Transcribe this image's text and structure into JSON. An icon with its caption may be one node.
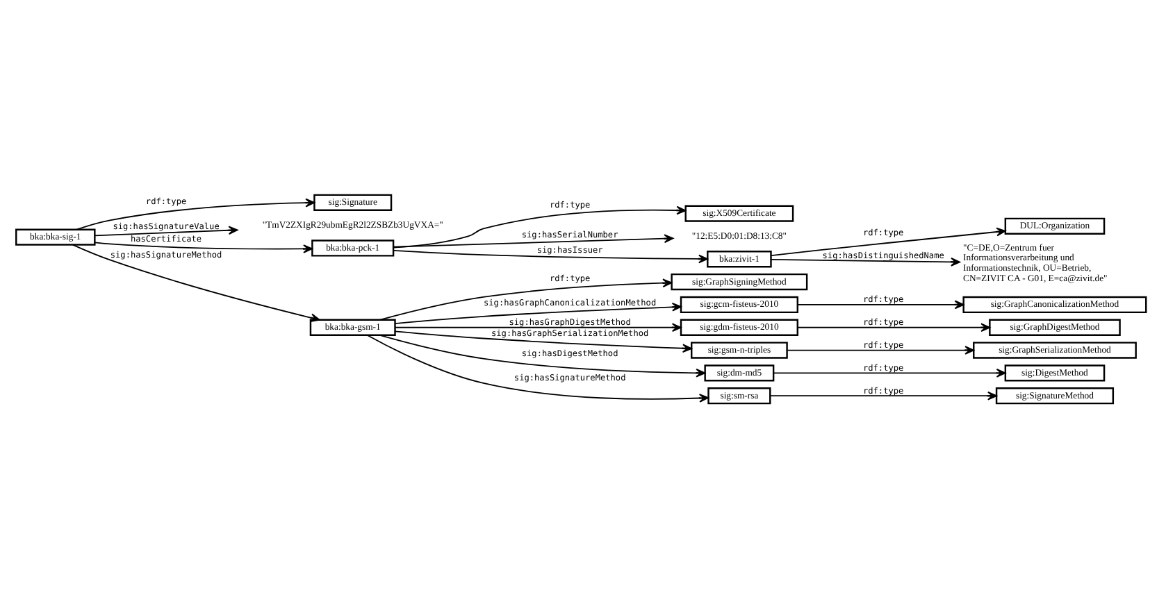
{
  "diagram": {
    "nodes": [
      {
        "text": [
          "bka:bka-sig-1"
        ]
      },
      {
        "text": [
          "sig:Signature"
        ]
      },
      {
        "text": [
          "\"TmV2ZXIgR29ubmEgR2l2ZSBZb3UgVXA=\""
        ]
      },
      {
        "text": [
          "bka:bka-pck-1"
        ]
      },
      {
        "text": [
          "sig:X509Certificate"
        ]
      },
      {
        "text": [
          "\"12:E5:D0:01:D8:13:C8\""
        ]
      },
      {
        "text": [
          "bka:zivit-1"
        ]
      },
      {
        "text": [
          "DUL:Organization"
        ]
      },
      {
        "text": [
          "\"C=DE,O=Zentrum fuer Informationsverarbeitung und Informationstechnik, OU=Betrieb, CN=ZIVIT CA - G01, E=ca@zivit.de\""
        ]
      },
      {
        "text": [
          "bka:bka-gsm-1"
        ]
      },
      {
        "text": [
          "sig:GraphSigningMethod"
        ]
      },
      {
        "text": [
          "sig:gcm-fisteus-2010"
        ]
      },
      {
        "text": [
          "sig:GraphCanonicalizationMethod"
        ]
      },
      {
        "text": [
          "sig:gdm-fisteus-2010"
        ]
      },
      {
        "text": [
          "sig:GraphDigestMethod"
        ]
      },
      {
        "text": [
          "sig:gsm-n-triples"
        ]
      },
      {
        "text": [
          "sig:GraphSerializationMethod"
        ]
      },
      {
        "text": [
          "sig:dm-md5"
        ]
      },
      {
        "text": [
          "sig:DigestMethod"
        ]
      },
      {
        "text": [
          "sig:sm-rsa"
        ]
      },
      {
        "text": [
          "sig:SignatureMethod"
        ]
      }
    ],
    "edges": [
      {
        "from": 0,
        "to": 1,
        "arrow": "to",
        "label": "rdf:type"
      },
      {
        "from": 0,
        "to": 2,
        "arrow": "to",
        "label": "sig:hasSignatureValue"
      },
      {
        "from": 0,
        "to": 3,
        "arrow": "to",
        "label": "hasCertificate"
      },
      {
        "from": 3,
        "to": 4,
        "arrow": "to",
        "label": "rdf:type"
      },
      {
        "from": 3,
        "to": 5,
        "arrow": "to",
        "label": "sig:hasSerialNumber"
      },
      {
        "from": 3,
        "to": 6,
        "arrow": "to",
        "label": "sig:hasIssuer"
      },
      {
        "from": 6,
        "to": 7,
        "arrow": "to",
        "label": "rdf:type"
      },
      {
        "from": 6,
        "to": 8,
        "arrow": "to",
        "label": "sig:hasDistinguishedName"
      },
      {
        "from": 0,
        "to": 9,
        "arrow": "to",
        "label": "sig:hasSignatureMethod"
      },
      {
        "from": 9,
        "to": 10,
        "arrow": "to",
        "label": "rdf:type"
      },
      {
        "from": 9,
        "to": 11,
        "arrow": "to",
        "label": "sig:hasGraphCanonicalizationMethod"
      },
      {
        "from": 11,
        "to": 12,
        "arrow": "to",
        "label": "rdf:type"
      },
      {
        "from": 9,
        "to": 13,
        "arrow": "to",
        "label": "sig:hasGraphDigestMethod"
      },
      {
        "from": 13,
        "to": 14,
        "arrow": "to",
        "label": "rdf:type"
      },
      {
        "from": 9,
        "to": 15,
        "arrow": "to",
        "label": "sig:hasGraphSerializationMethod"
      },
      {
        "from": 15,
        "to": 16,
        "arrow": "to",
        "label": "rdf:type"
      },
      {
        "from": 9,
        "to": 17,
        "arrow": "to",
        "label": "sig:hasDigestMethod"
      },
      {
        "from": 17,
        "to": 18,
        "arrow": "to",
        "label": "rdf:type"
      },
      {
        "from": 9,
        "to": 19,
        "arrow": "to",
        "label": "sig:hasSignatureMethod"
      },
      {
        "from": 19,
        "to": 20,
        "arrow": "to",
        "label": "rdf:type"
      }
    ]
  }
}
